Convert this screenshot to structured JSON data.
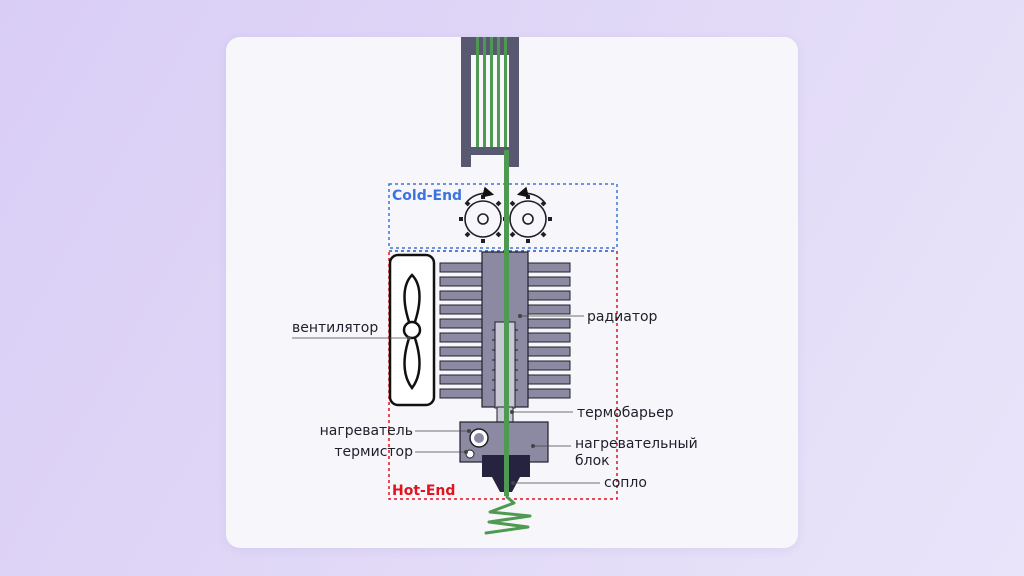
{
  "zones": {
    "cold_end": "Cold-End",
    "hot_end": "Hot-End"
  },
  "labels": {
    "fan": "вентилятор",
    "radiator": "радиатор",
    "heat_break": "термобарьер",
    "heater": "нагреватель",
    "heater_block_line1": "нагревательный",
    "heater_block_line2": "блок",
    "thermistor": "термистор",
    "nozzle": "сопло"
  },
  "colors": {
    "filament": "#4f9a52",
    "metal": "#8c8aa3",
    "tube": "#585870",
    "nozzle": "#25233f",
    "cold_end": "#3b74e0",
    "hot_end": "#e0131f"
  }
}
